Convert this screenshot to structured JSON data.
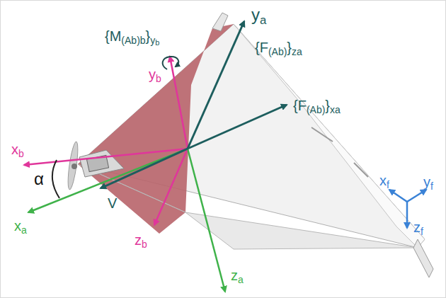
{
  "diagram": {
    "labels": [
      "ya",
      "{M(Ab)b}yb",
      "yb",
      "{F(Ab)}za",
      "{F(Ab)}xa",
      "xb",
      "α",
      "V",
      "xa",
      "zb",
      "za",
      "xf",
      "yf",
      "zf"
    ]
  }
}
